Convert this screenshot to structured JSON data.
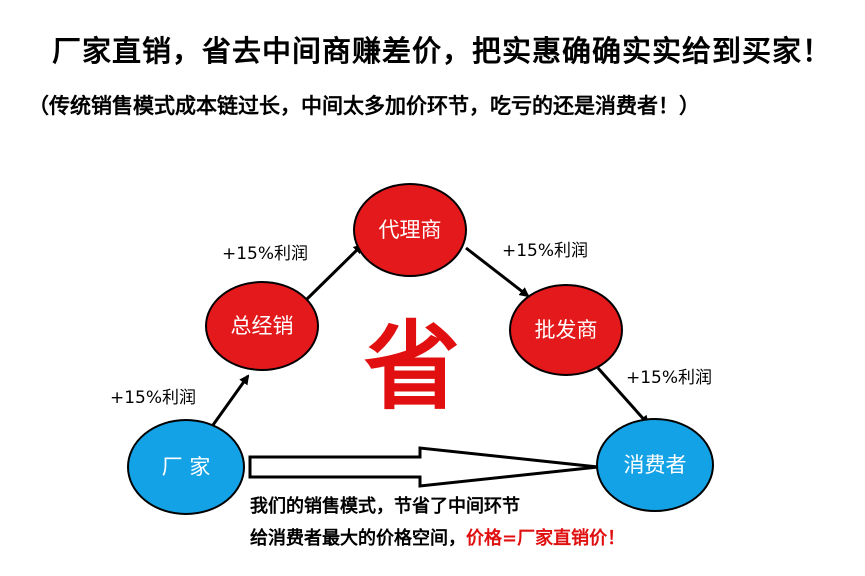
{
  "title": "厂家直销，省去中间商赚差价，把实惠确确实实给到买家！",
  "subtitle": "（传统销售模式成本链过长，中间太多加价环节，吃亏的还是消费者！）",
  "nodes": {
    "factory": "厂 家",
    "general_distributor": "总经销",
    "agent": "代理商",
    "wholesaler": "批发商",
    "consumer": "消费者"
  },
  "profit_labels": {
    "factory_to_general": "+15%利润",
    "general_to_agent": "+15%利润",
    "agent_to_wholesaler": "+15%利润",
    "wholesaler_to_consumer": "+15%利润"
  },
  "center_char": "省",
  "note": {
    "line1": "我们的销售模式，节省了中间环节",
    "line2_prefix": "给消费者最大的价格空间，",
    "line2_highlight": "价格=厂家直销价！"
  },
  "colors": {
    "red_node": "#e3191b",
    "blue_node": "#13a2e6",
    "highlight": "#e01010"
  }
}
